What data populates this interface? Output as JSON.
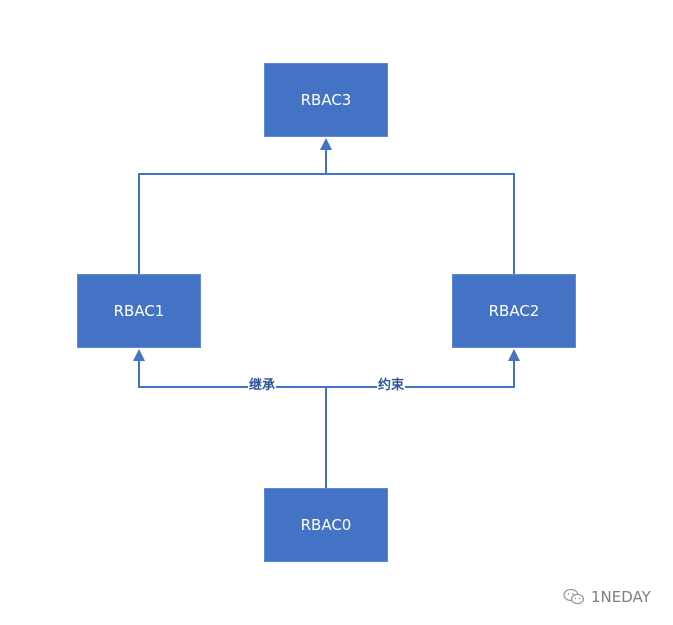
{
  "diagram": {
    "nodes": {
      "rbac3": "RBAC3",
      "rbac1": "RBAC1",
      "rbac2": "RBAC2",
      "rbac0": "RBAC0"
    },
    "edge_labels": {
      "inherit": "继承",
      "constraint": "约束"
    },
    "colors": {
      "node_fill": "#4472c4",
      "line": "#4472c4",
      "label": "#2f5597"
    }
  },
  "watermark": {
    "icon": "wechat-icon",
    "text": "1NEDAY"
  }
}
